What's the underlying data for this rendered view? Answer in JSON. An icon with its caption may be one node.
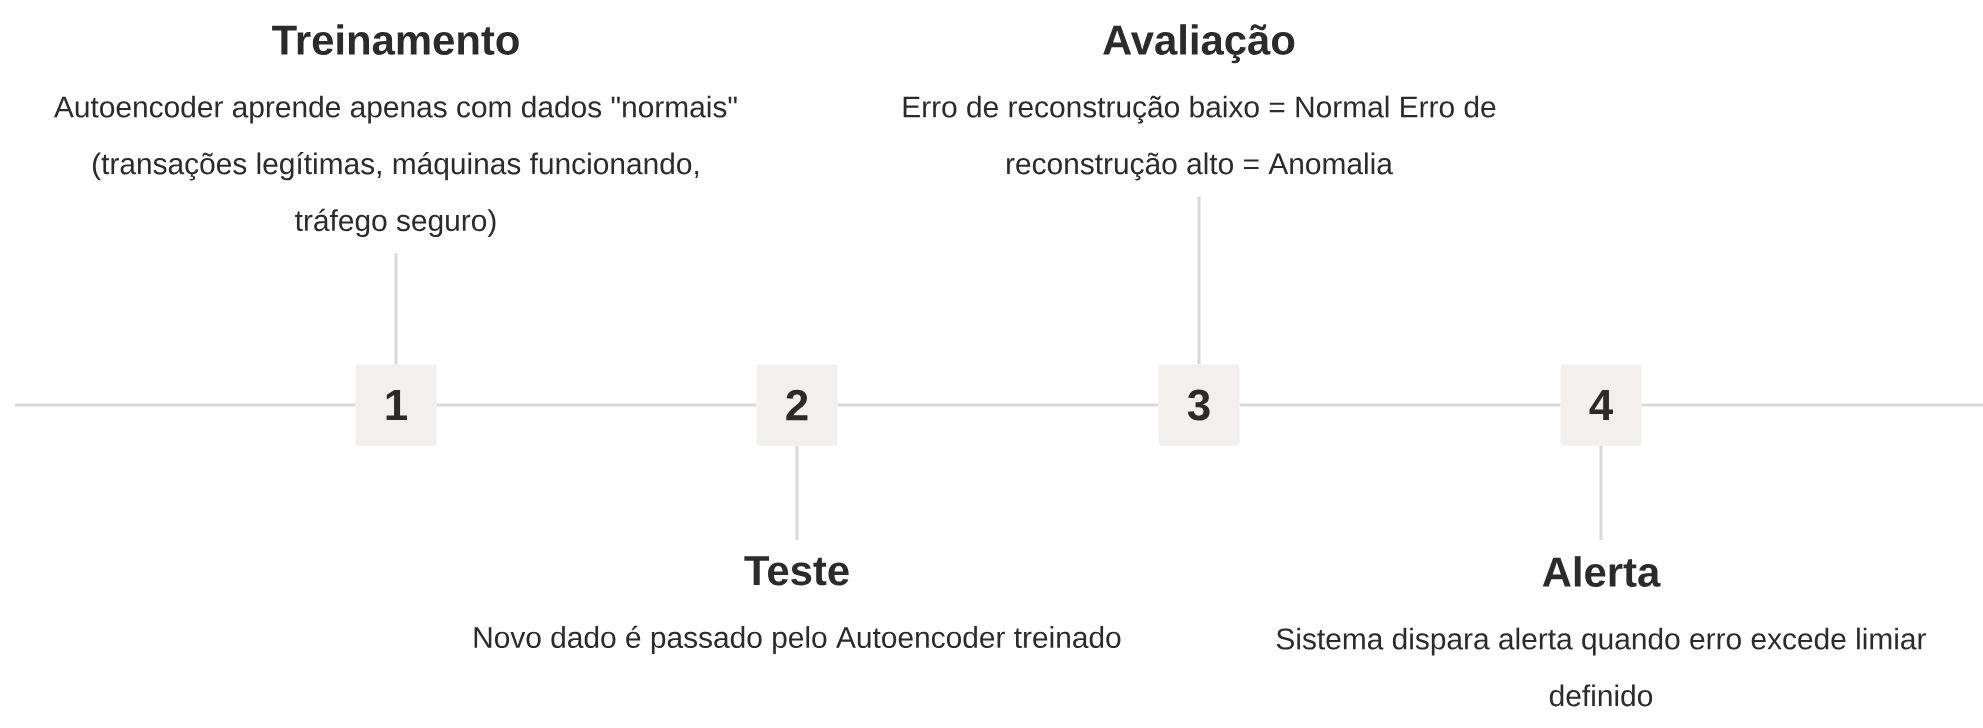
{
  "diagram": {
    "nodes": [
      {
        "text": [
          "Treinamento",
          "Autoencoder aprende apenas com dados \"normais\" (transações legítimas, máquinas funcionando, tráfego seguro)"
        ]
      },
      {
        "text": [
          "Avaliação",
          "Erro de reconstrução baixo = Normal Erro de reconstrução alto = Anomalia"
        ]
      },
      {
        "text": [
          "1"
        ]
      },
      {
        "text": [
          "2"
        ]
      },
      {
        "text": [
          "3"
        ]
      },
      {
        "text": [
          "4"
        ]
      },
      {
        "text": [
          "Teste",
          "Novo dado é passado pelo Autoencoder treinado"
        ]
      },
      {
        "text": [
          "Alerta",
          "Sistema dispara alerta quando erro excede limiar definido"
        ]
      }
    ],
    "edges": [
      {
        "from": null,
        "to": 2,
        "arrow": "none"
      },
      {
        "from": 2,
        "to": 3,
        "arrow": "none"
      },
      {
        "from": 3,
        "to": 4,
        "arrow": "none"
      },
      {
        "from": 4,
        "to": 5,
        "arrow": "none"
      },
      {
        "from": 5,
        "to": null,
        "arrow": "none"
      },
      {
        "from": 2,
        "to": 0,
        "arrow": "none"
      },
      {
        "from": 4,
        "to": 1,
        "arrow": "none"
      },
      {
        "from": 3,
        "to": 6,
        "arrow": "none"
      },
      {
        "from": 5,
        "to": 7,
        "arrow": "none"
      }
    ]
  }
}
